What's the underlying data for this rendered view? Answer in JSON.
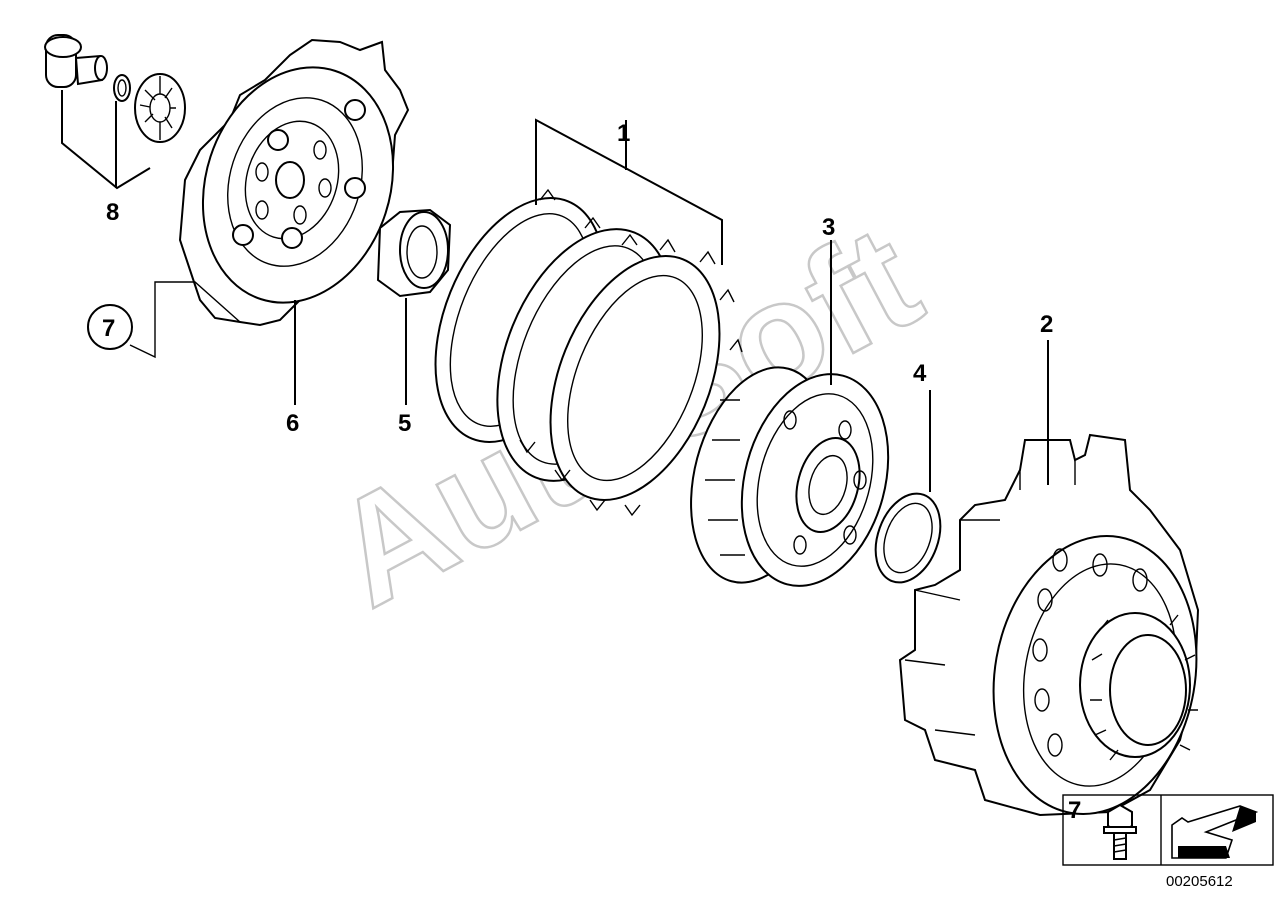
{
  "callouts": {
    "c1": "1",
    "c2": "2",
    "c3": "3",
    "c4": "4",
    "c5": "5",
    "c6": "6",
    "c7": "7",
    "c8": "8"
  },
  "legend_box": {
    "number": "7"
  },
  "watermark": "AutoSoft",
  "diagram_number": "00205612",
  "colors": {
    "line": "#000000",
    "watermark": "#c8c8c8",
    "background": "#ffffff"
  }
}
